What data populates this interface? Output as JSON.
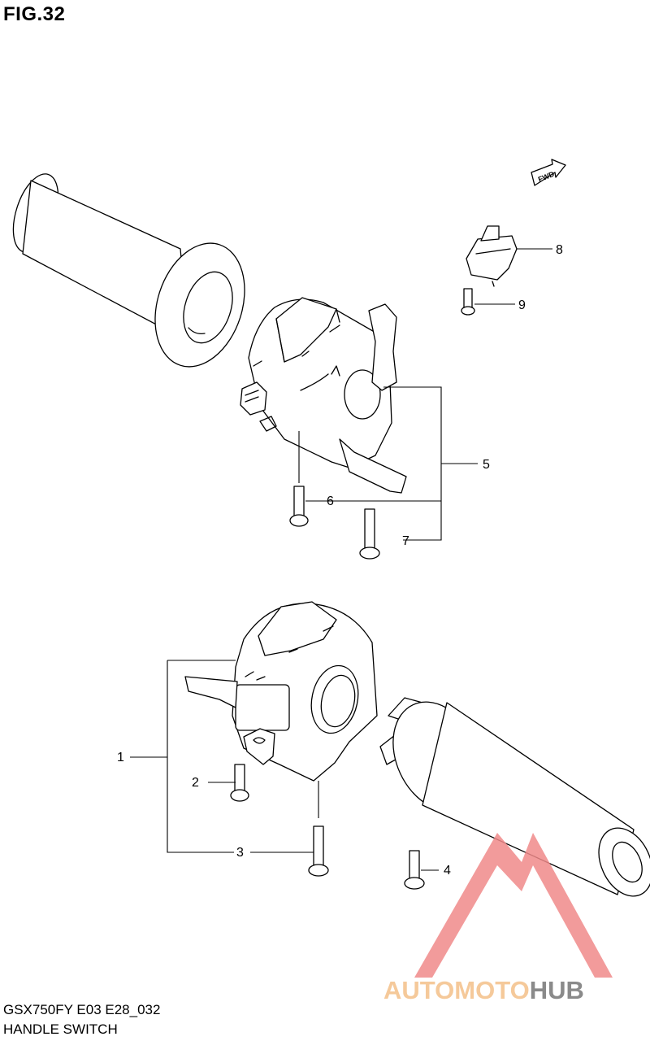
{
  "figure": {
    "title": "FIG.32",
    "model_code": "GSX750FY E03 E28_032",
    "name": "HANDLE SWITCH",
    "direction_tag": "FWD"
  },
  "callouts": [
    "1",
    "2",
    "3",
    "4",
    "5",
    "6",
    "7",
    "8",
    "9"
  ],
  "watermark": {
    "part1": "AUTOMOTO",
    "part2": "HUB",
    "color_part1": "#f5c99a",
    "color_part2": "#8a8a8a",
    "logo_color": "#f08a8a"
  }
}
